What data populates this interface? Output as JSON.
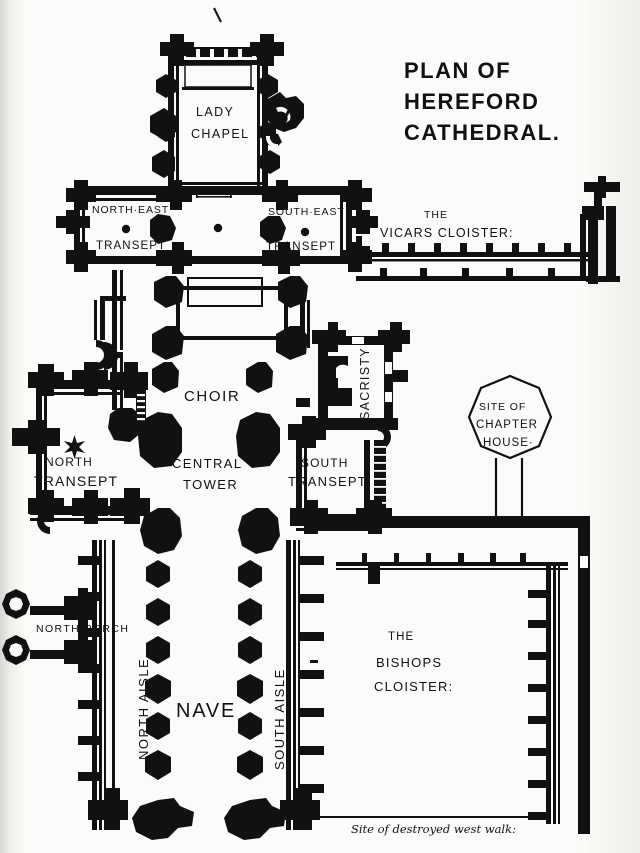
{
  "document": {
    "kind": "architectural-floor-plan",
    "title_lines": [
      "PLAN  OF",
      "HEREFORD",
      "CATHEDRAL."
    ]
  },
  "ink_color": "#111111",
  "paper_color": "#fbfbf9",
  "labels": {
    "lady_chapel": [
      "LADY",
      "CHAPEL"
    ],
    "north_east_transept": [
      "NORTH·EAST",
      "TRANSEPT"
    ],
    "south_east_transept": [
      "SOUTH·EAST",
      "TRANSEPT"
    ],
    "vicars_cloister": [
      "THE",
      "VICARS  CLOISTER:"
    ],
    "choir": "CHOIR",
    "sacristy": "SACRISTY",
    "central_tower": [
      "CENTRAL",
      "TOWER"
    ],
    "north_transept": [
      "NORTH",
      "TRANSEPT"
    ],
    "south_transept": [
      "SOUTH",
      "TRANSEPT"
    ],
    "chapter_house": [
      "SITE OF",
      "CHAPTER",
      "HOUSE·"
    ],
    "north_porch": "NORTH PORCH",
    "nave": "NAVE",
    "north_aisle": "NORTH AISLE",
    "south_aisle": "SOUTH AISLE",
    "bishops_cloister": [
      "THE",
      "BISHOPS",
      "CLOISTER:"
    ],
    "destroyed_west_walk": "Site of destroyed west walk:"
  },
  "plan_features": {
    "nave_pier_rows": 2,
    "nave_piers_per_row": 6,
    "crossing_piers": 4,
    "choir_piers": 2,
    "vicars_cloister_buttresses": 8,
    "bishops_cloister_east_buttresses": 8,
    "bishops_cloister_north_buttresses": 6,
    "chapter_house_sides": 10,
    "north_porch_turrets": 2
  }
}
